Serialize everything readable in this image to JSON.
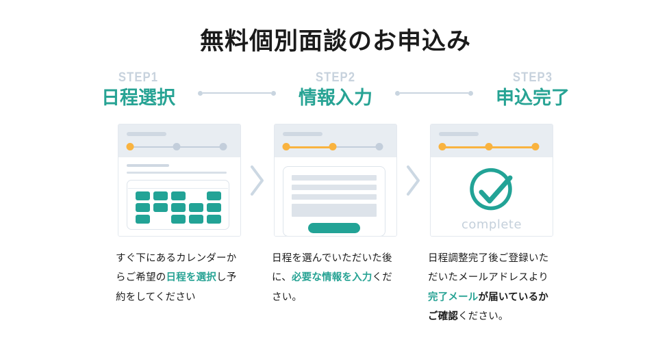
{
  "page": {
    "title": "無料個別面談のお申込み"
  },
  "steps": [
    {
      "kicker": "STEP1",
      "title": "日程選択"
    },
    {
      "kicker": "STEP2",
      "title": "情報入力"
    },
    {
      "kicker": "STEP3",
      "title": "申込完了"
    }
  ],
  "cards": [
    {
      "id": "card-schedule",
      "progress_active": 1,
      "progress_total": 3,
      "calendar": {
        "columns": 5,
        "rows": [
          [
            true,
            true,
            true,
            false,
            true
          ],
          [
            true,
            true,
            true,
            true,
            true
          ],
          [
            true,
            false,
            true,
            true,
            true
          ]
        ]
      }
    },
    {
      "id": "card-form",
      "progress_active": 2,
      "progress_total": 3,
      "form": {
        "line_count": 3,
        "has_textarea": true,
        "has_submit_button": true
      }
    },
    {
      "id": "card-complete",
      "progress_active": 3,
      "progress_total": 3,
      "complete_label": "complete"
    }
  ],
  "captions": [
    {
      "parts": [
        {
          "text": "すぐ下にあるカレンダーからご希望の",
          "style": "normal"
        },
        {
          "text": "日程を選択",
          "style": "teal"
        },
        {
          "text": "し予約をしてください",
          "style": "normal"
        }
      ]
    },
    {
      "parts": [
        {
          "text": "日程を選んでいただいた後に、",
          "style": "normal"
        },
        {
          "text": "必要な情報を入力",
          "style": "teal"
        },
        {
          "text": "ください。",
          "style": "normal"
        }
      ]
    },
    {
      "parts": [
        {
          "text": "日程調整完了後ご登録いただいたメールアドレスより",
          "style": "normal"
        },
        {
          "text": "完了メール",
          "style": "teal"
        },
        {
          "text": "が届いているかご確認",
          "style": "bold"
        },
        {
          "text": "ください。",
          "style": "normal"
        }
      ]
    }
  ],
  "colors": {
    "teal": "#27a394",
    "orange": "#f9b33f",
    "step_kicker": "#c7d2dd",
    "card_header": "#e8edf2",
    "grey_line": "#cfd8e2",
    "chevron": "#ccd8e3",
    "title": "#1b1b1b"
  },
  "icons": {
    "chevron": "chevron-right-icon",
    "check": "check-circle-icon"
  }
}
